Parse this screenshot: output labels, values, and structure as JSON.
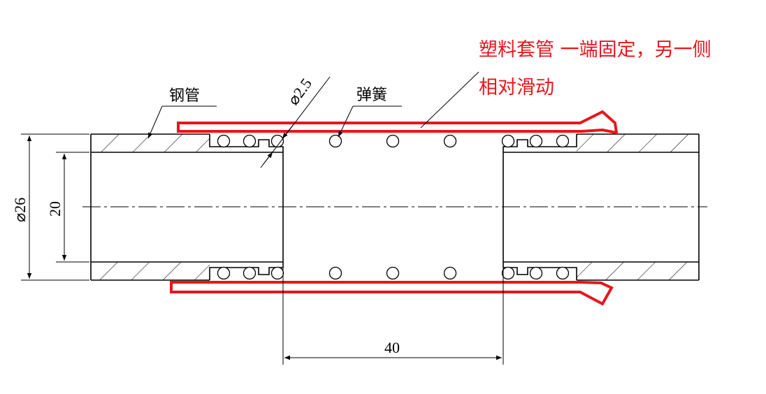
{
  "labels": {
    "steel_pipe": "钢管",
    "spring": "弹簧",
    "wire_dia": "⌀2.5",
    "outer_dia": "⌀26",
    "inner_dia": "20",
    "gap_length": "40"
  },
  "annotation": {
    "line1": "塑料套管 一端固定，另一侧",
    "line2": "相对滑动"
  },
  "colors": {
    "sleeve": "#e8161b",
    "line": "#000000"
  }
}
